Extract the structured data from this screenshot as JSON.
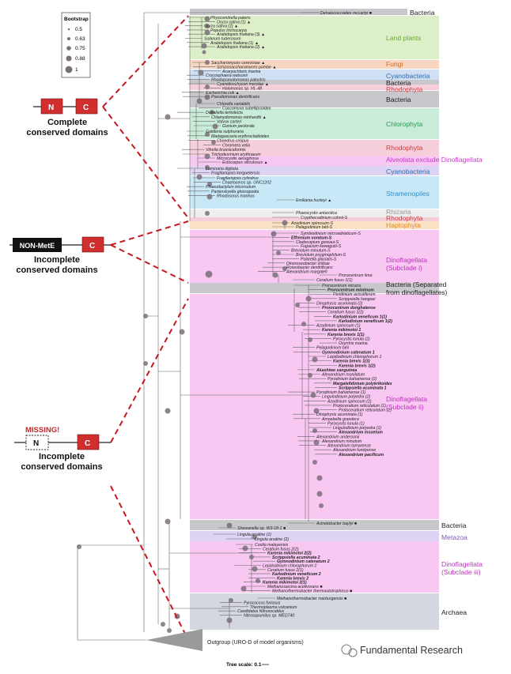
{
  "legend": {
    "title": "Bootstrap",
    "values": [
      "0.5",
      "0.63",
      "0.75",
      "0.88",
      "1"
    ]
  },
  "domains": {
    "complete": {
      "n": "N",
      "c": "C",
      "line1": "Complete",
      "line2": "conserved domains"
    },
    "incomplete1": {
      "box": "NON-MetE",
      "c": "C",
      "line1": "Incomplete",
      "line2": "conserved domains"
    },
    "incomplete2": {
      "missing": "MISSING!",
      "n": "N",
      "c": "C",
      "line1": "Incomplete",
      "line2": "conserved domains"
    }
  },
  "groups": {
    "bacteria_top": "Bacteria",
    "land_plants": "Land plants",
    "fungi": "Fungi",
    "cyano1": "Cyanobacteria",
    "bacteria2": "Bacteria",
    "rhodo1": "Rhodophyta",
    "bacteria3": "Bacteria",
    "chlorophyta": "Chlorophyta",
    "rhodo2": "Rhodophyta",
    "alveolata": "Alveolata exclude Dinoflagellata",
    "cyano2": "Cyanobacteria",
    "stramenopiles": "Stramenopiles",
    "rhizaria": "Rhizaria",
    "rhodo3": "Rhodophyta",
    "haptophyta": "Haptophyta",
    "dino_i_1": "Dinoflagellata",
    "dino_i_2": "(Subclade i)",
    "bact_sep_1": "Bacteria (Separated",
    "bact_sep_2": "from dinoflagellates)",
    "dino_ii_1": "Dinoflagellata",
    "dino_ii_2": "(Subclade ii)",
    "bacteria_lower": "Bacteria",
    "metazoa": "Metazoa",
    "dino_iii_1": "Dinoflagellata",
    "dino_iii_2": "(Subclade iii)",
    "archaea": "Archaea"
  },
  "leaves": [
    {
      "t": "Dehalococcoides mccartyi ■",
      "b": false
    },
    {
      "t": "Physcomitrella patens",
      "b": false
    },
    {
      "t": "Oryza sativa (1) ▲",
      "b": false
    },
    {
      "t": "Oryza sativa (2) ▲",
      "b": false
    },
    {
      "t": "Populus trichocarpa",
      "b": false
    },
    {
      "t": "Arabidopsis thaliana (3) ▲",
      "b": false
    },
    {
      "t": "Solanum tuberosum",
      "b": false
    },
    {
      "t": "Arabidopsis thaliana (1) ▲",
      "b": false
    },
    {
      "t": "Arabidopsis thaliana (2) ▲",
      "b": false
    },
    {
      "t": "Saccharomyces cerevisiae ▲",
      "b": false
    },
    {
      "t": "Schizosaccharomyces pombe ▲",
      "b": false
    },
    {
      "t": "Acaryochloris marina",
      "b": false
    },
    {
      "t": "Crocosphaera watsonii",
      "b": false
    },
    {
      "t": "Rhodopseudomonas palustris",
      "b": false
    },
    {
      "t": "Cyanidioschyzon merolae ▲",
      "b": false
    },
    {
      "t": "Halomonas sp. HL-48",
      "b": false
    },
    {
      "t": "Escherichia coli ▲",
      "b": false
    },
    {
      "t": "Pseudomonas dentrificans",
      "b": false
    },
    {
      "t": "Chlorella variabilis",
      "b": false
    },
    {
      "t": "Coccomyxa subellipsoidea",
      "b": false
    },
    {
      "t": "Dunaliella tertiolecta",
      "b": false
    },
    {
      "t": "Chlamydomonas reinhardtii ▲",
      "b": false
    },
    {
      "t": "Volvox carteri",
      "b": false
    },
    {
      "t": "Gonium pectorale",
      "b": false
    },
    {
      "t": "Galdieria sulphuraria",
      "b": false
    },
    {
      "t": "Madagascaria erythrocladioides",
      "b": false
    },
    {
      "t": "Chondrus crispus",
      "b": false
    },
    {
      "t": "Chromera velia",
      "b": false
    },
    {
      "t": "Vitrella brassicaformis",
      "b": false
    },
    {
      "t": "Trichodesmium erythraeum",
      "b": false
    },
    {
      "t": "Microcystis aeruginosa",
      "b": false
    },
    {
      "t": "Ectocarpus siliculosus ▲",
      "b": false
    },
    {
      "t": "Laminaria digitata",
      "b": false
    },
    {
      "t": "Fragilariopsis kerguelensis",
      "b": false
    },
    {
      "t": "Fragilariopsis cylindrus",
      "b": false
    },
    {
      "t": "Chaetoceros sp. UNC1202",
      "b": false
    },
    {
      "t": "Phaeodactylum tricornutum",
      "b": false
    },
    {
      "t": "Partenskyella glossopodia",
      "b": false
    },
    {
      "t": "Rhodosorus marinus",
      "b": false
    },
    {
      "t": "Emiliania huxleyi ▲",
      "b": false
    },
    {
      "t": "Phaeocystis antarctica",
      "b": false
    },
    {
      "t": "Crypthecodinium cohnii-S",
      "b": false
    },
    {
      "t": "Azadinium spinosum-S",
      "b": false
    },
    {
      "t": "Pelagodinium béii-S",
      "b": false
    },
    {
      "t": "Symbiodinium microadriaticum-S",
      "b": false
    },
    {
      "t": "Effrenium voratum-S",
      "b": true
    },
    {
      "t": "Cladocopium goreaui-S",
      "b": false
    },
    {
      "t": "Fugacium kawagutii-S",
      "b": false
    },
    {
      "t": "Breviolum minutum-S",
      "b": false
    },
    {
      "t": "Breviolum psygmophilum-S",
      "b": false
    },
    {
      "t": "Polarella glacialis-S",
      "b": false
    },
    {
      "t": "Dinoroseobacter shibae",
      "b": false
    },
    {
      "t": "Roseobacter denitrificans",
      "b": false
    },
    {
      "t": "Alexandrium margalefi",
      "b": false
    },
    {
      "t": "Prorocentrum lima",
      "b": false
    },
    {
      "t": "Ceratium fusus 1(1)",
      "b": false
    },
    {
      "t": "Prorocentrum micans",
      "b": false
    },
    {
      "t": "Prorocentrum minimum",
      "b": true
    },
    {
      "t": "Peridinium aciculiferum",
      "b": false
    },
    {
      "t": "Scrippsiella hangoei",
      "b": false
    },
    {
      "t": "Dinophysis acuminata (2)",
      "b": false
    },
    {
      "t": "Prorocentrum donghaiense",
      "b": true
    },
    {
      "t": "Ceratium fusus 1(2)",
      "b": false
    },
    {
      "t": "Karlodinium veneficum 1(1)",
      "b": true
    },
    {
      "t": "Karlodinium veneficum 1(2)",
      "b": true
    },
    {
      "t": "Azadinium spinosum (1)",
      "b": false
    },
    {
      "t": "Karenia mikimotoi 1",
      "b": true
    },
    {
      "t": "Karenia brevis 1(1)",
      "b": true
    },
    {
      "t": "Pyrocystis lunula (2)",
      "b": false
    },
    {
      "t": "Oxyrrhis marina",
      "b": false
    },
    {
      "t": "Pelagodinium béii",
      "b": false
    },
    {
      "t": "Gymnodinium catenatum 1",
      "b": true
    },
    {
      "t": "Lepidodinium chlorophorum 1",
      "b": false
    },
    {
      "t": "Karenia brevis 1(3)",
      "b": true
    },
    {
      "t": "Karenia brevis 1(2)",
      "b": true
    },
    {
      "t": "Akashiwo sanguinea",
      "b": true
    },
    {
      "t": "Alexandrium monilatum",
      "b": false
    },
    {
      "t": "Pyrodinium bahamense (2)",
      "b": false
    },
    {
      "t": "Margalefidinium polykrikoides",
      "b": true
    },
    {
      "t": "Scrippsiella acuminata 1",
      "b": true
    },
    {
      "t": "Pyrodinium bahamense (1)",
      "b": false
    },
    {
      "t": "Lingulodinium polyedra (2)",
      "b": false
    },
    {
      "t": "Azadinium spinosum (2)",
      "b": false
    },
    {
      "t": "Protoceratium reticulatum (1)",
      "b": false
    },
    {
      "t": "Protoceratium reticulatum (2)",
      "b": false
    },
    {
      "t": "Dinophysis acuminata (1)",
      "b": false
    },
    {
      "t": "Amoebella grandera",
      "b": false
    },
    {
      "t": "Pyrocystis lunula (1)",
      "b": false
    },
    {
      "t": "Lingulodinium polyedra (1)",
      "b": false
    },
    {
      "t": "Alexandrium insuetum",
      "b": true
    },
    {
      "t": "Alexandrium andersonii",
      "b": false
    },
    {
      "t": "Alexandrium minutum",
      "b": false
    },
    {
      "t": "Alexandrium tamarense",
      "b": false
    },
    {
      "t": "Alexandrium fundyense",
      "b": false
    },
    {
      "t": "Alexandrium pacificum",
      "b": true
    },
    {
      "t": "Acinetobacter baylyi ■",
      "b": false
    },
    {
      "t": "Shewanella sp. W3-18-1 ■",
      "b": false
    },
    {
      "t": "Lingula anatine (1)",
      "b": false
    },
    {
      "t": "Lingula anatine (2)",
      "b": false
    },
    {
      "t": "Coolia malayensis",
      "b": false
    },
    {
      "t": "Ceratium fusus 2(2)",
      "b": false
    },
    {
      "t": "Karenia mikimotoi 2(2)",
      "b": true
    },
    {
      "t": "Scrippsiella acuminata 2",
      "b": true
    },
    {
      "t": "Gymnodinium catenatum 2",
      "b": true
    },
    {
      "t": "Lepidodinium chlorophorum 2",
      "b": false
    },
    {
      "t": "Ceratium fusus 2(1)",
      "b": false
    },
    {
      "t": "Karlodinium veneficum 2",
      "b": true
    },
    {
      "t": "Karenia brevis 2",
      "b": true
    },
    {
      "t": "Karenia mikimotoi 2(1)",
      "b": true
    },
    {
      "t": "Methanosarcina acetivorans ■",
      "b": false
    },
    {
      "t": "Methanothermobacter thermautotrophicus ■",
      "b": false
    },
    {
      "t": "Methanothermobacter marburgensis ■",
      "b": false
    },
    {
      "t": "Pyrococcus furiosus",
      "b": false
    },
    {
      "t": "Thermoplasma volcanium",
      "b": false
    },
    {
      "t": "Candidatus Nitrosocaldus",
      "b": false
    },
    {
      "t": "Nitrosopumilus sp. MED740",
      "b": false
    }
  ],
  "outgroup_label": "Outgroup (URO-D of model organisms)",
  "tree_scale": "Tree scale: 0.1",
  "watermark": "Fundamental Research",
  "colors": {
    "green": "#dcefc8",
    "orange": "#f8d6c2",
    "blue": "#cfe0f4",
    "grey": "#c8c8cc",
    "teal": "#c8ecd8",
    "pink_light": "#f6cfda",
    "magenta": "#f8c8f2",
    "sky": "#c8e8f8",
    "peach": "#fbe2c4",
    "lilac": "#dcd4f2",
    "red_box": "#d12f2f",
    "dash": "#c8161d"
  }
}
